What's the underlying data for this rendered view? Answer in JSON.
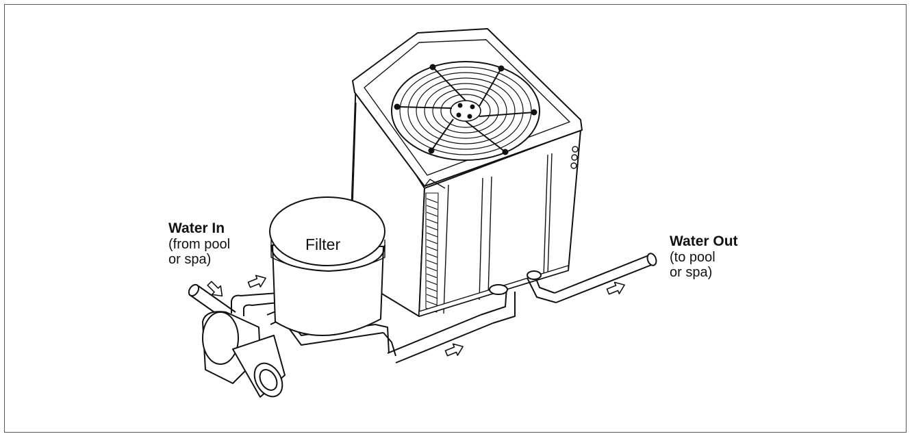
{
  "labels": {
    "water_in": {
      "title": "Water In",
      "line1": "(from pool",
      "line2": "or spa)"
    },
    "water_out": {
      "title": "Water Out",
      "line1": "(to pool",
      "line2": "or spa)"
    },
    "filter": "Filter"
  },
  "colors": {
    "line": "#111111",
    "frame": "#555555",
    "background": "#ffffff"
  },
  "icons": [
    "heat-pump-unit",
    "fan-grille",
    "filter-tank",
    "pump",
    "pipe",
    "flow-arrow"
  ]
}
